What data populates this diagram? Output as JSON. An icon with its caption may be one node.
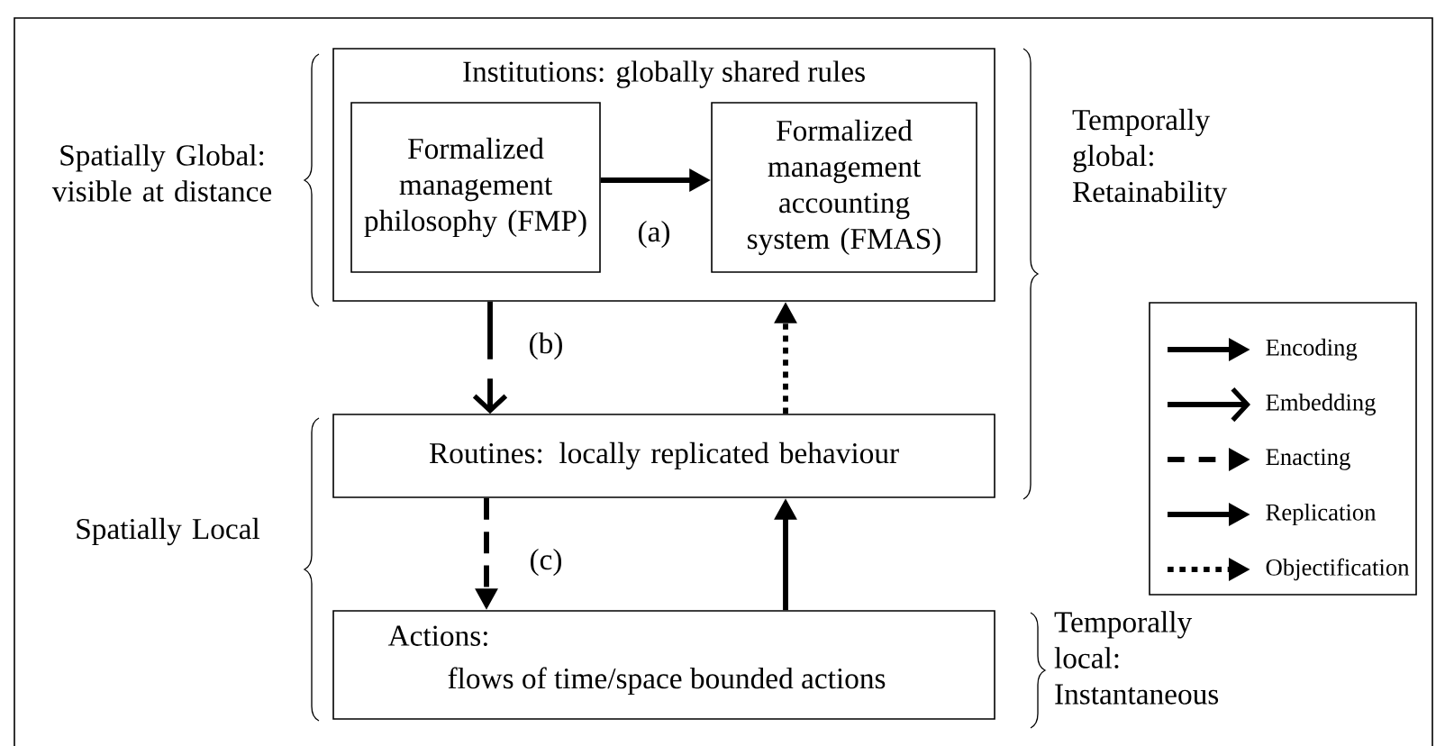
{
  "diagram": {
    "nodes": [
      {
        "text": [
          "Institutions: globally shared rules"
        ]
      },
      {
        "text": [
          "Formalized management philosophy (FMP)"
        ],
        "in": 0
      },
      {
        "text": [
          "Formalized management accounting system (FMAS)"
        ],
        "in": 0
      },
      {
        "text": [
          "Routines: locally replicated behaviour"
        ]
      },
      {
        "text": [
          "Actions:",
          "flows of time/space bounded actions"
        ]
      }
    ],
    "edges": [
      {
        "from": 1,
        "to": 2,
        "arrow": "to",
        "label": "(a)"
      },
      {
        "from": 0,
        "to": 3,
        "arrow": "to",
        "label": "(b)",
        "style": "dashed"
      },
      {
        "from": 3,
        "to": 4,
        "arrow": "to",
        "label": "(c)",
        "style": "dashed"
      },
      {
        "from": 4,
        "to": 3,
        "arrow": "to"
      },
      {
        "from": 3,
        "to": 0,
        "arrow": "to",
        "style": "dashed"
      }
    ],
    "labels": [
      "Spatially Global: visible at distance",
      "Spatially Local",
      "Temporally global: Retainability",
      "Temporally local: Instantaneous"
    ],
    "legend": [
      {
        "text": "Encoding"
      },
      {
        "text": "Embedding"
      },
      {
        "text": "Enacting"
      },
      {
        "text": "Replication"
      },
      {
        "text": "Objectification"
      }
    ]
  }
}
